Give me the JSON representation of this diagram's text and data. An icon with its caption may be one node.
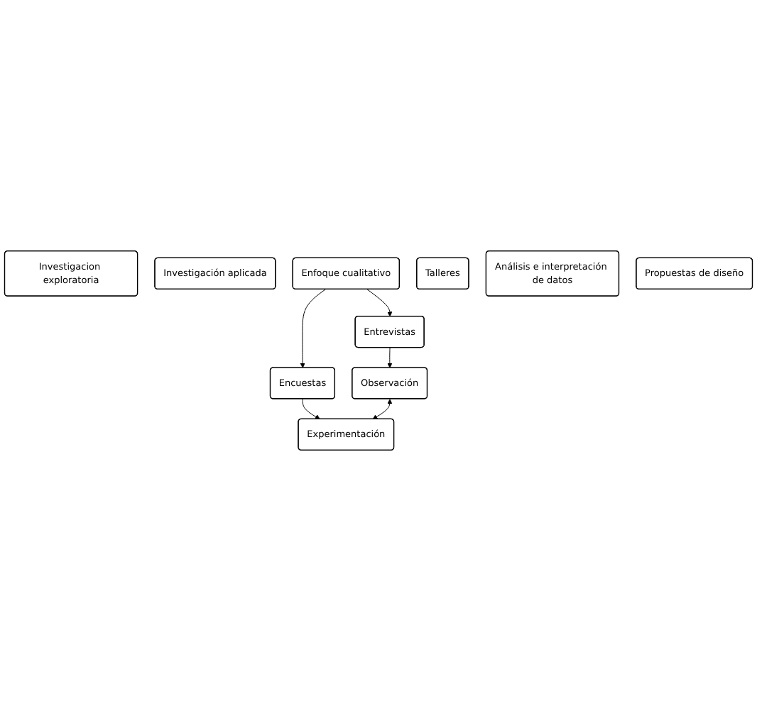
{
  "diagram": {
    "nodes": [
      {
        "text": [
          "Investigacion exploratoria"
        ]
      },
      {
        "text": [
          "Investigación aplicada"
        ]
      },
      {
        "text": [
          "Enfoque cualitativo"
        ]
      },
      {
        "text": [
          "Entrevistas"
        ]
      },
      {
        "text": [
          "Talleres"
        ]
      },
      {
        "text": [
          "Encuestas"
        ]
      },
      {
        "text": [
          "Observación"
        ]
      },
      {
        "text": [
          "Experimentación"
        ]
      },
      {
        "text": [
          "Análisis e interpretación de datos"
        ]
      },
      {
        "text": [
          "Propuestas de diseño"
        ]
      }
    ],
    "edges": [
      {
        "from": 2,
        "to": 3,
        "arrow": "to"
      },
      {
        "from": 2,
        "to": 5,
        "arrow": "to"
      },
      {
        "from": 3,
        "to": 6,
        "arrow": "to"
      },
      {
        "from": 5,
        "to": 7,
        "arrow": "to"
      },
      {
        "from": 6,
        "to": 7,
        "arrow": "both"
      }
    ]
  }
}
